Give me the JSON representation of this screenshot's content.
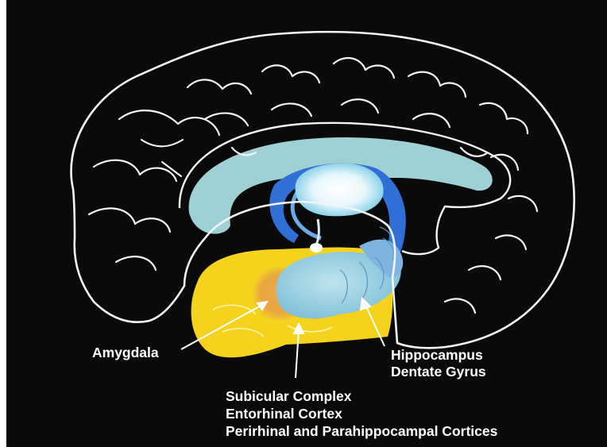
{
  "labels": {
    "amygdala": "Amygdala",
    "hippocampus": "Hippocampus",
    "dentate_gyrus": "Dentate Gyrus",
    "subicular_complex": "Subicular Complex",
    "entorhinal_cortex": "Entorhinal Cortex",
    "perirhinal_parahippocampal": "Perirhinal and Parahippocampal Cortices"
  },
  "colors": {
    "background": "#0a0a0a",
    "outline": "#f4f4f4",
    "corpus_callosum": "#9fd0d4",
    "temporal_cortex": "#f5d21c",
    "amygdala": "#e39a3a",
    "hippocampus": "#a7d6e6",
    "ventricle": "#2f6fd6",
    "thalamus": "#f3fbfd"
  }
}
